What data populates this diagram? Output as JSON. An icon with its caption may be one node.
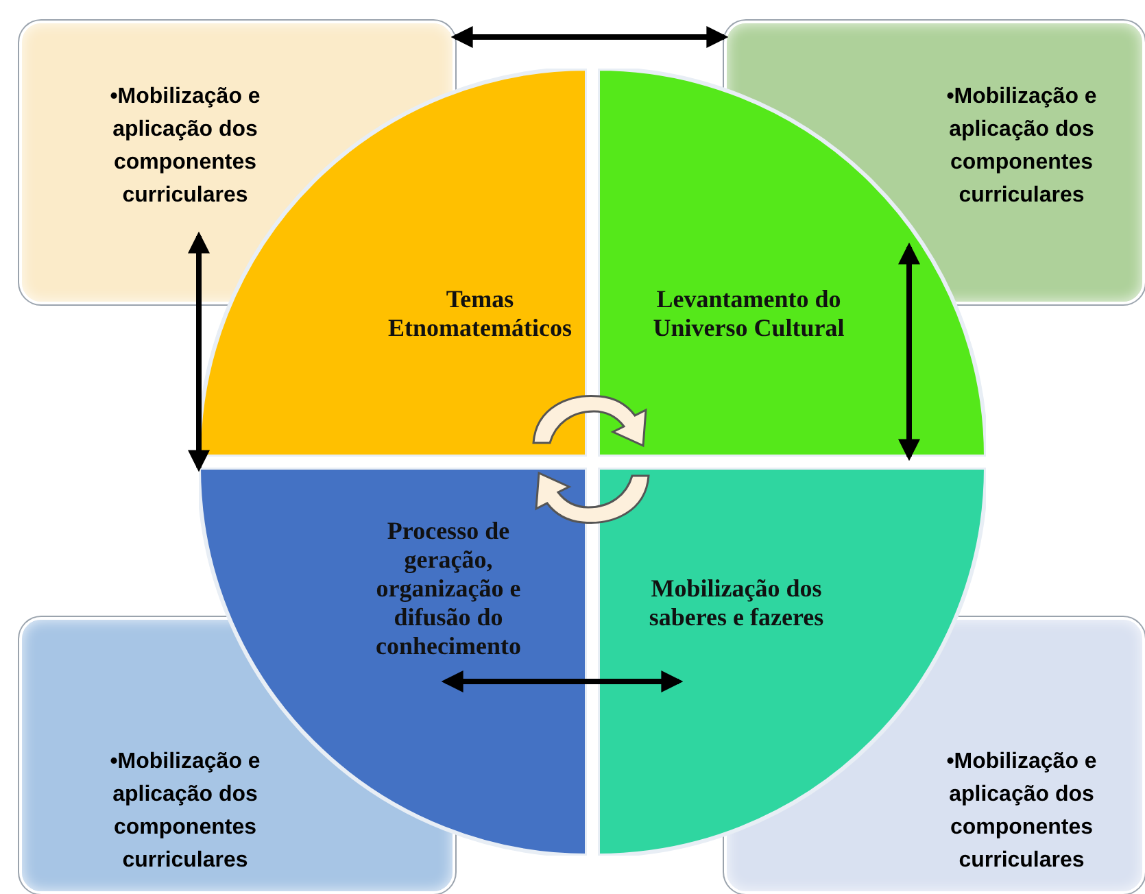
{
  "diagram": {
    "nodes": [
      {
        "text": [
          "•Mobilização e aplicação dos componentes curriculares"
        ]
      },
      {
        "text": [
          "•Mobilização e aplicação dos componentes curriculares"
        ]
      },
      {
        "text": [
          "Temas Etnomatemáticos"
        ]
      },
      {
        "text": [
          "Levantamento do Universo Cultural"
        ]
      },
      {
        "text": [
          "Processo de geração, organização e difusão do conhecimento"
        ]
      },
      {
        "text": [
          "Mobilização dos saberes e fazeres"
        ]
      },
      {
        "text": [
          "•Mobilização e aplicação dos componentes curriculares"
        ]
      },
      {
        "text": [
          "•Mobilização e aplicação dos componentes curriculares"
        ]
      }
    ],
    "edges": [
      {
        "from": 0,
        "to": 1,
        "arrow": "both"
      },
      {
        "from": 0,
        "to": 4,
        "arrow": "both"
      },
      {
        "from": 1,
        "to": 3,
        "arrow": "both"
      },
      {
        "from": 4,
        "to": 5,
        "arrow": "both"
      }
    ]
  }
}
